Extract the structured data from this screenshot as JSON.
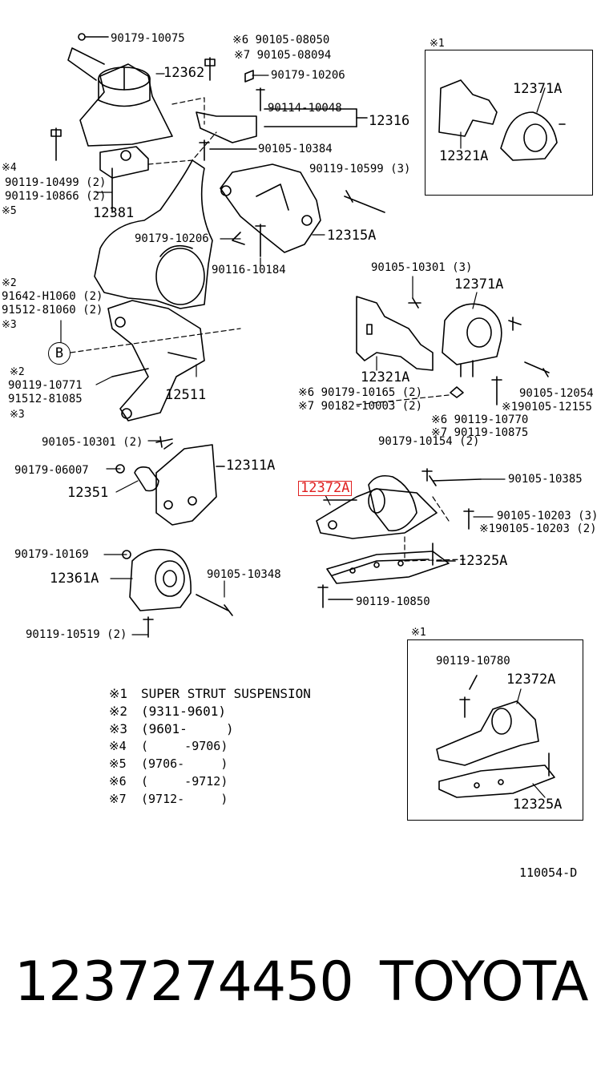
{
  "diagram": {
    "code": "110054-D",
    "highlight_color": "#e02020",
    "labels": {
      "l_90179_10075": "90179-10075",
      "l_a6_90105_08050": "※6 90105-08050",
      "l_a7_90105_08094": "※7 90105-08094",
      "l_90179_10206_a": "90179-10206",
      "l_12362": "12362",
      "l_90114_10048": "90114-10048",
      "l_12316": "12316",
      "l_a4": "※4",
      "l_90119_10499": "90119-10499 (2)",
      "l_90119_10866": "90119-10866 (2)",
      "l_a5": "※5",
      "l_12381": "12381",
      "l_90105_10384": "90105-10384",
      "l_90119_10599": "90119-10599 (3)",
      "l_90179_10206_b": "90179-10206",
      "l_12315A": "12315A",
      "l_90116_10184": "90116-10184",
      "l_a2_top": "※2",
      "l_91642_H1060": "91642-H1060 (2)",
      "l_91512_81060": "91512-81060 (2)",
      "l_a3_top": "※3",
      "l_B": "B",
      "l_a2_bot": "※2",
      "l_90119_10771": "90119-10771",
      "l_91512_81085": "91512-81085",
      "l_a3_bot": "※3",
      "l_12511": "12511",
      "l_90105_10301_r": "90105-10301 (3)",
      "l_12371A_mid": "12371A",
      "l_12321A_mid": "12321A",
      "l_a6_90179_10165": "※6 90179-10165 (2)",
      "l_a7_90182_10003": "※7 90182-10003 (2)",
      "l_90105_12054": "90105-12054",
      "l_a1_90105_12155": "※190105-12155",
      "l_a6_90119_10770": "※6 90119-10770",
      "l_a7_90119_10875": "※7 90119-10875",
      "l_90179_10154": "90179-10154 (2)",
      "l_90105_10301_l": "90105-10301 (2)",
      "l_12311A": "12311A",
      "l_90179_06007": "90179-06007",
      "l_12351": "12351",
      "l_12372A_hl": "12372A",
      "l_90105_10385": "90105-10385",
      "l_90105_10203": "90105-10203 (3)",
      "l_a1_90105_10203": "※190105-10203 (2)",
      "l_12325A_mid": "12325A",
      "l_90179_10169": "90179-10169",
      "l_12361A": "12361A",
      "l_90105_10348": "90105-10348",
      "l_90119_10850": "90119-10850",
      "l_90119_10519": "90119-10519 (2)",
      "l_box1_a1": "※1",
      "l_box1_12371A": "12371A",
      "l_box1_12321A": "12321A",
      "l_box2_a1": "※1",
      "l_box2_90119_10780": "90119-10780",
      "l_box2_12372A": "12372A",
      "l_box2_12325A": "12325A"
    },
    "legend": [
      {
        "key": "※1",
        "value": "SUPER STRUT SUSPENSION"
      },
      {
        "key": "※2",
        "value": "(9311-9601)"
      },
      {
        "key": "※3",
        "value": "(9601-     )"
      },
      {
        "key": "※4",
        "value": "(     -9706)"
      },
      {
        "key": "※5",
        "value": "(9706-     )"
      },
      {
        "key": "※6",
        "value": "(     -9712)"
      },
      {
        "key": "※7",
        "value": "(9712-     )"
      }
    ]
  },
  "footer": {
    "part_number": "1237274450",
    "brand": "TOYOTA"
  }
}
